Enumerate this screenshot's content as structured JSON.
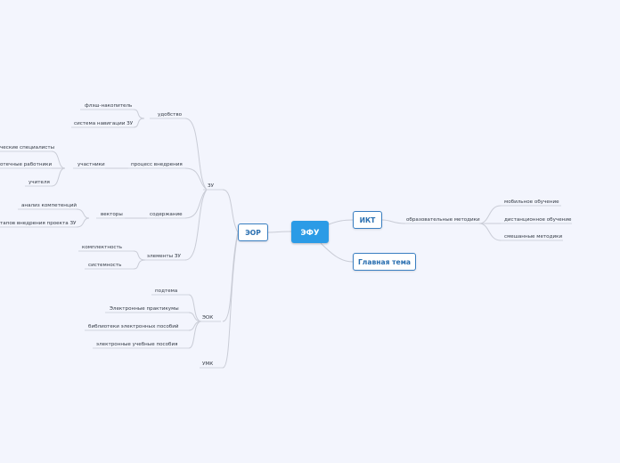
{
  "mindmap": {
    "root": "ЭФУ",
    "nodes": {
      "eor": "ЭОР",
      "ikt": "ИКТ",
      "main_topic": "Главная тема"
    },
    "labels": {
      "zu": "ЗУ",
      "udobstvo": "удобство",
      "flash": "флэш-накопитель",
      "navigation": "система навигации ЗУ",
      "process": "процесс внедрения",
      "participants": "участники",
      "specialists": "ческие специалисты",
      "librarians": "отечные работники",
      "teachers": "учителя",
      "content": "содержание",
      "vectors": "векторы",
      "competence": "анализ компетенций",
      "stages": "тапов внедрения проекта ЗУ",
      "elements": "элементы ЗУ",
      "completeness": "комплектность",
      "systemicity": "системность",
      "eok": "ЭОК",
      "subtopic": "подтема",
      "practicums": "Электронные практикумы",
      "libraries": "библиотеки электронных пособий",
      "textbooks": "электронные учебные пособия",
      "umk": "УМК",
      "methods": "образовательные методики",
      "mobile": "мобильное обучение",
      "distance": "дистанционное обучение",
      "blended": "смешанные методики"
    }
  }
}
